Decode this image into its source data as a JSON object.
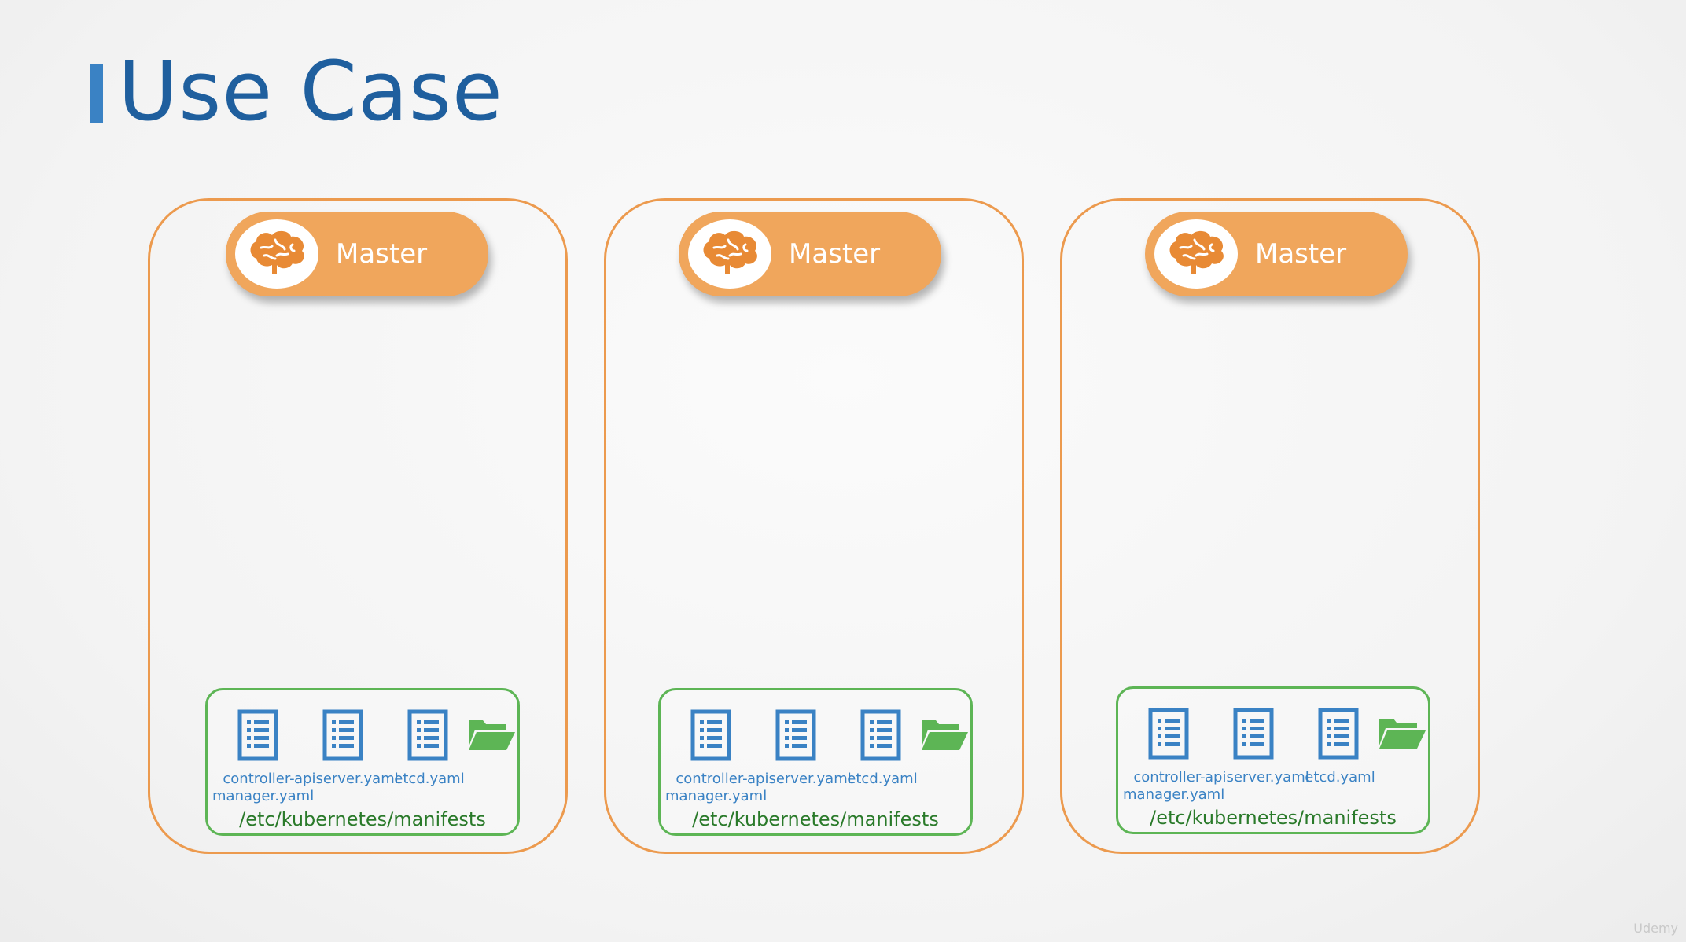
{
  "title": "Use Case",
  "nodes": [
    {
      "badge_label": "Master",
      "files": [
        {
          "label": "controller-\nmanager.yaml"
        },
        {
          "label": "apiserver.yaml"
        },
        {
          "label": "etcd.yaml"
        }
      ],
      "manifest_path": "/etc/kubernetes/manifests"
    },
    {
      "badge_label": "Master",
      "files": [
        {
          "label": "controller-\nmanager.yaml"
        },
        {
          "label": "apiserver.yaml"
        },
        {
          "label": "etcd.yaml"
        }
      ],
      "manifest_path": "/etc/kubernetes/manifests"
    },
    {
      "badge_label": "Master",
      "files": [
        {
          "label": "controller-\nmanager.yaml"
        },
        {
          "label": "apiserver.yaml"
        },
        {
          "label": "etcd.yaml"
        }
      ],
      "manifest_path": "/etc/kubernetes/manifests"
    }
  ],
  "watermark": "Udemy",
  "colors": {
    "title": "#1f5f9e",
    "title_bar": "#3a82c4",
    "node_border": "#ec9a4e",
    "badge_fill": "#f0a65c",
    "brain_icon": "#e88a35",
    "manifest_border": "#5db555",
    "file_icon": "#3a82c4",
    "folder_icon": "#5db555",
    "path_text": "#2a7a2a"
  },
  "icons": {
    "badge": "brain-icon",
    "file": "document-list-icon",
    "folder": "folder-open-icon"
  }
}
